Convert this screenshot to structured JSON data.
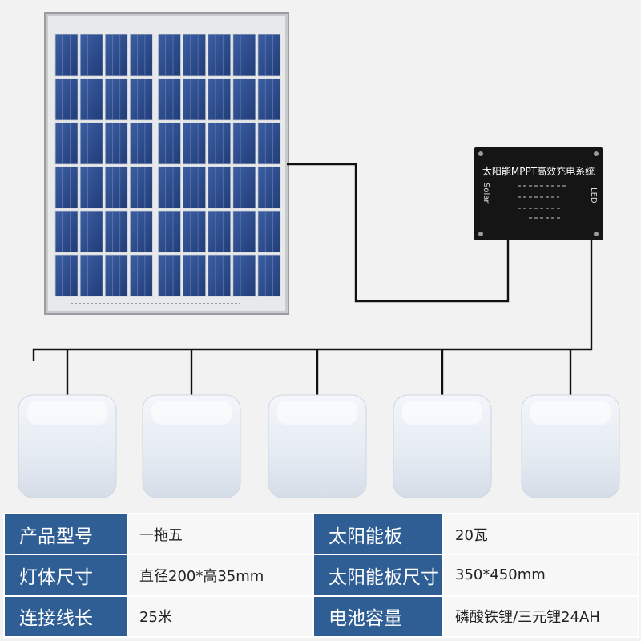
{
  "controller": {
    "title": "太阳能MPPT高效充电系统",
    "label_left": "Solar",
    "label_right": "LED"
  },
  "lamp_count": 5,
  "specs": [
    {
      "label": "产品型号",
      "value": "一拖五",
      "label2": "太阳能板",
      "value2": "20瓦"
    },
    {
      "label": "灯体尺寸",
      "value": "直径200*高35mm",
      "label2": "太阳能板尺寸",
      "value2": "350*450mm"
    },
    {
      "label": "连接线长",
      "value": "25米",
      "label2": "电池容量",
      "value2": "磷酸铁锂/三元锂24AH"
    }
  ],
  "colors": {
    "table_header": "#2f5e95",
    "panel_cell": "#2b4a8a",
    "controller_body": "#151515",
    "wire": "#111111",
    "lamp": "#e6ecf3"
  }
}
